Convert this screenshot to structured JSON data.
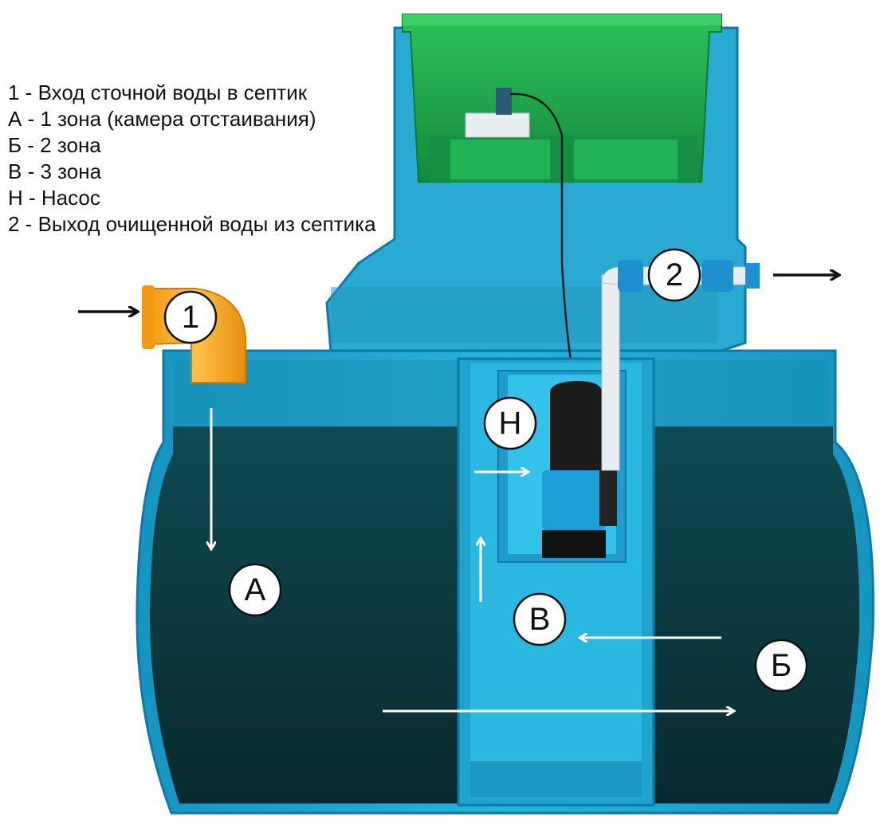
{
  "legend": [
    {
      "text": "1 - Вход сточной воды в септик"
    },
    {
      "text": "А - 1 зона (камера отстаивания)"
    },
    {
      "text": "Б - 2 зона"
    },
    {
      "text": "В - 3 зона"
    },
    {
      "text": "Н - Насос"
    },
    {
      "text": "2 - Выход очищенной воды из септика"
    }
  ],
  "markers": {
    "inlet": "1",
    "outlet": "2",
    "zone_a": "А",
    "zone_b": "Б",
    "zone_v": "В",
    "pump": "Н"
  },
  "colors": {
    "tank": "#1fa6cf",
    "water": "#0f3a40",
    "lid": "#1aa64b",
    "inlet_pipe": "#f5a31a",
    "pump": "#1e9fd8"
  }
}
